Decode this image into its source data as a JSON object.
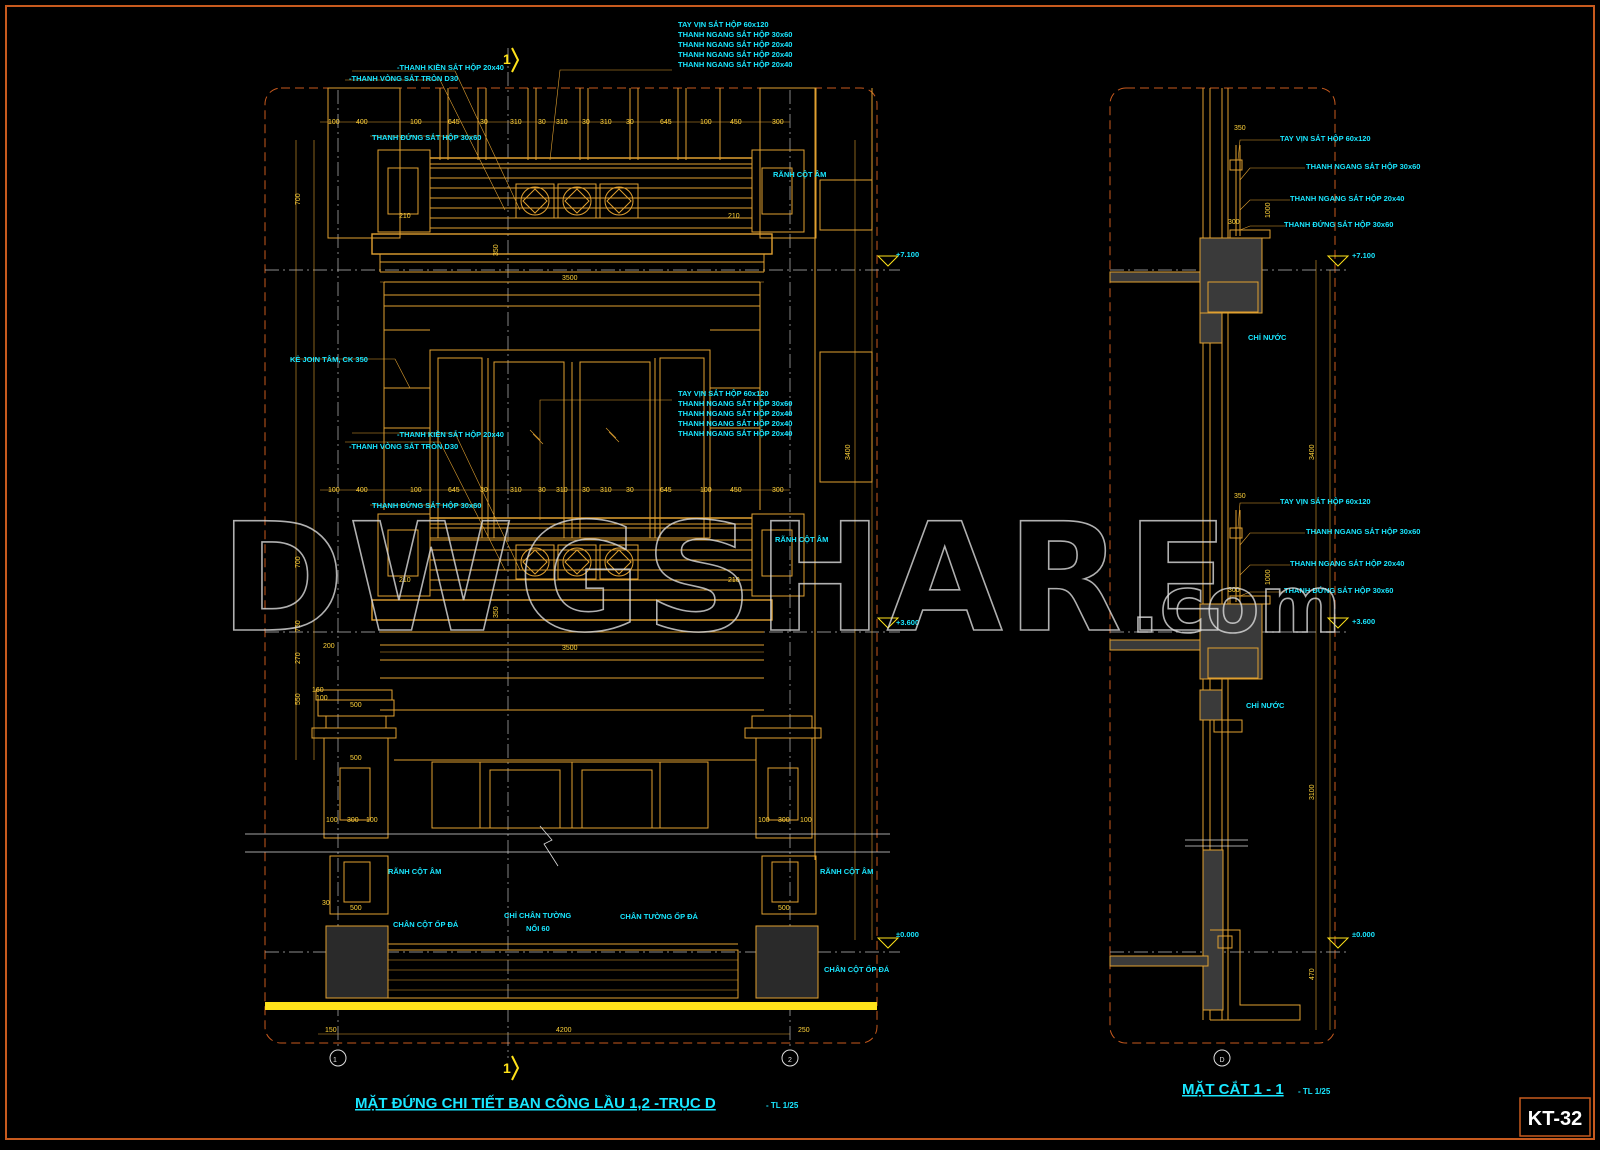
{
  "sheet": {
    "code": "KT-32",
    "border_color": "#c75a1e",
    "line_color": "#e0a030",
    "text_color": "#19e6ff",
    "bright_yellow": "#ffe21a"
  },
  "watermark": {
    "main": "DWGSHARE",
    "suffix": ".com"
  },
  "elevation": {
    "title": "MẶT ĐỨNG  CHI TIẾT BAN CÔNG LẦU 1,2 -TRỤC D",
    "scale": " - TL 1/25",
    "top_rail_labels": [
      "TAY VỊN SẮT HỘP 60x120",
      "THANH NGANG SẮT HỘP 30x60",
      "THANH NGANG SẮT HỘP 20x40",
      "THANH NGANG SẮT HỘP 20x40",
      "THANH NGANG SẮT HỘP 20x40"
    ],
    "mid_rail_labels": [
      "TAY VỊN SẮT HỘP 60x120",
      "THANH NGANG SẮT HỘP 30x60",
      "THANH NGANG SẮT HỘP 20x40",
      "THANH NGANG SẮT HỘP 20x40",
      "THANH NGANG SẮT HỘP 20x40"
    ],
    "label_kien": "-THANH KIỀN SẮT HỘP 20x40",
    "label_vong": "-THANH VÒNG SẮT TRÒN D30",
    "label_dung": "THANH ĐỨNG SẮT HỘP 30x60",
    "label_ranh": "RÃNH CỘT ÂM",
    "label_joint": "KẺ JOIN TÂM, CK 350",
    "label_chan_cot": "CHÂN CỘT ỐP ĐÁ",
    "label_chi_chan": "CHỈ CHÂN TƯỜNG",
    "label_noi": "NỔI 60",
    "label_chan_tuong": "CHÂN TƯỜNG ỐP ĐÁ",
    "level_top": "+7.100",
    "level_mid": "+3.600",
    "level_zero": "±0.000",
    "dims_top": [
      "100",
      "400",
      "100",
      "645",
      "30",
      "310",
      "30",
      "310",
      "30",
      "310",
      "30",
      "645",
      "100",
      "450",
      "300"
    ],
    "dim_3500": "3500",
    "dim_4200": "4200",
    "dim_150": "150",
    "dim_250": "250",
    "dim_3400": "3400",
    "dim_500": "500",
    "dim_300": "300",
    "dim_100": "100",
    "dim_200": "200",
    "dim_700": "700",
    "dim_350": "350",
    "dim_210": "210",
    "dim_160": "160",
    "dim_550": "550",
    "dim_270": "270",
    "dim_750": "750",
    "dim_30": "30",
    "axis_1": "1",
    "axis_2": "2",
    "section_marker": "1"
  },
  "section": {
    "title": "MẶT CẮT 1 - 1",
    "scale": " - TL 1/25",
    "labels_top": [
      "TAY VỊN SẮT HỘP 60x120",
      "THANH NGANG SẮT HỘP 30x60",
      "THANH NGANG SẮT HỘP 20x40",
      "THANH ĐỨNG SẮT HỘP 30x60"
    ],
    "labels_mid": [
      "TAY VỊN SẮT HỘP 60x120",
      "THANH NGANG SẮT HỘP 30x60",
      "THANH NGANG SẮT HỘP 20x40",
      "THANH ĐỨNG SẮT HỘP 30x60"
    ],
    "label_chi": "CHỈ NƯỚC",
    "level_top": "+7.100",
    "level_mid": "+3.600",
    "level_zero": "±0.000",
    "dim_350": "350",
    "dim_3400": "3400",
    "dim_3100": "3100",
    "dim_470": "470",
    "dim_300": "300",
    "dim_1000": "1000",
    "axis": "D"
  }
}
